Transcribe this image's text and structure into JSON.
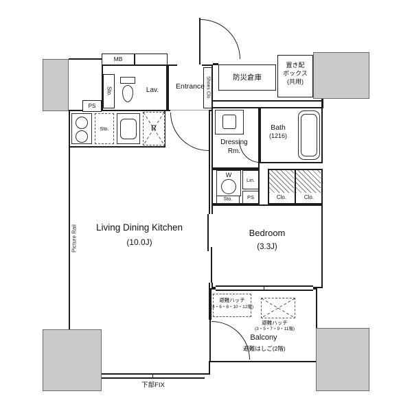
{
  "meta": {
    "type": "apartment-floor-plan"
  },
  "colors": {
    "wall": "#1b1b1b",
    "structure_gray": "#cacaca",
    "background": "#ffffff"
  },
  "rooms": {
    "ldk": {
      "name": "Living Dining Kitchen",
      "size": "(10.0J)"
    },
    "bedroom": {
      "name": "Bedroom",
      "size": "(3.3J)"
    },
    "entrance": {
      "label": "Entrance"
    },
    "lavatory": {
      "label": "Lav."
    },
    "bath": {
      "label": "Bath",
      "size": "(1216)"
    },
    "dressing_room": {
      "line1": "Dressing",
      "line2": "Rm."
    },
    "balcony": {
      "label": "Balcony"
    },
    "disaster_storage": {
      "label": "防災倉庫"
    },
    "delivery_box": {
      "line1": "置き配",
      "line2": "ボックス",
      "line3": "(共用)"
    }
  },
  "fixtures": {
    "mb": "MB",
    "ps_upper": "PS",
    "ps_lower": "PS",
    "storage_hall": "Sto.",
    "storage_kitchen": "Sto.",
    "storage_utility": "Sto.",
    "shoes_closet": "Shoes Clo.",
    "refrigerator": "R",
    "washer": "W",
    "linen": "Lin.",
    "closet_left": "Clo.",
    "closet_right": "Clo.",
    "picture_rail": "Picture Rail"
  },
  "annotations": {
    "hatch_a_title": "避難ハッチ",
    "hatch_a_floors": "(4・6・8・10・12階)",
    "hatch_b_title": "避難ハッチ",
    "hatch_b_floors": "(3・5・7・9・11階)",
    "ladder": "避難はしご(2階)",
    "fix_window": "下部FIX"
  }
}
